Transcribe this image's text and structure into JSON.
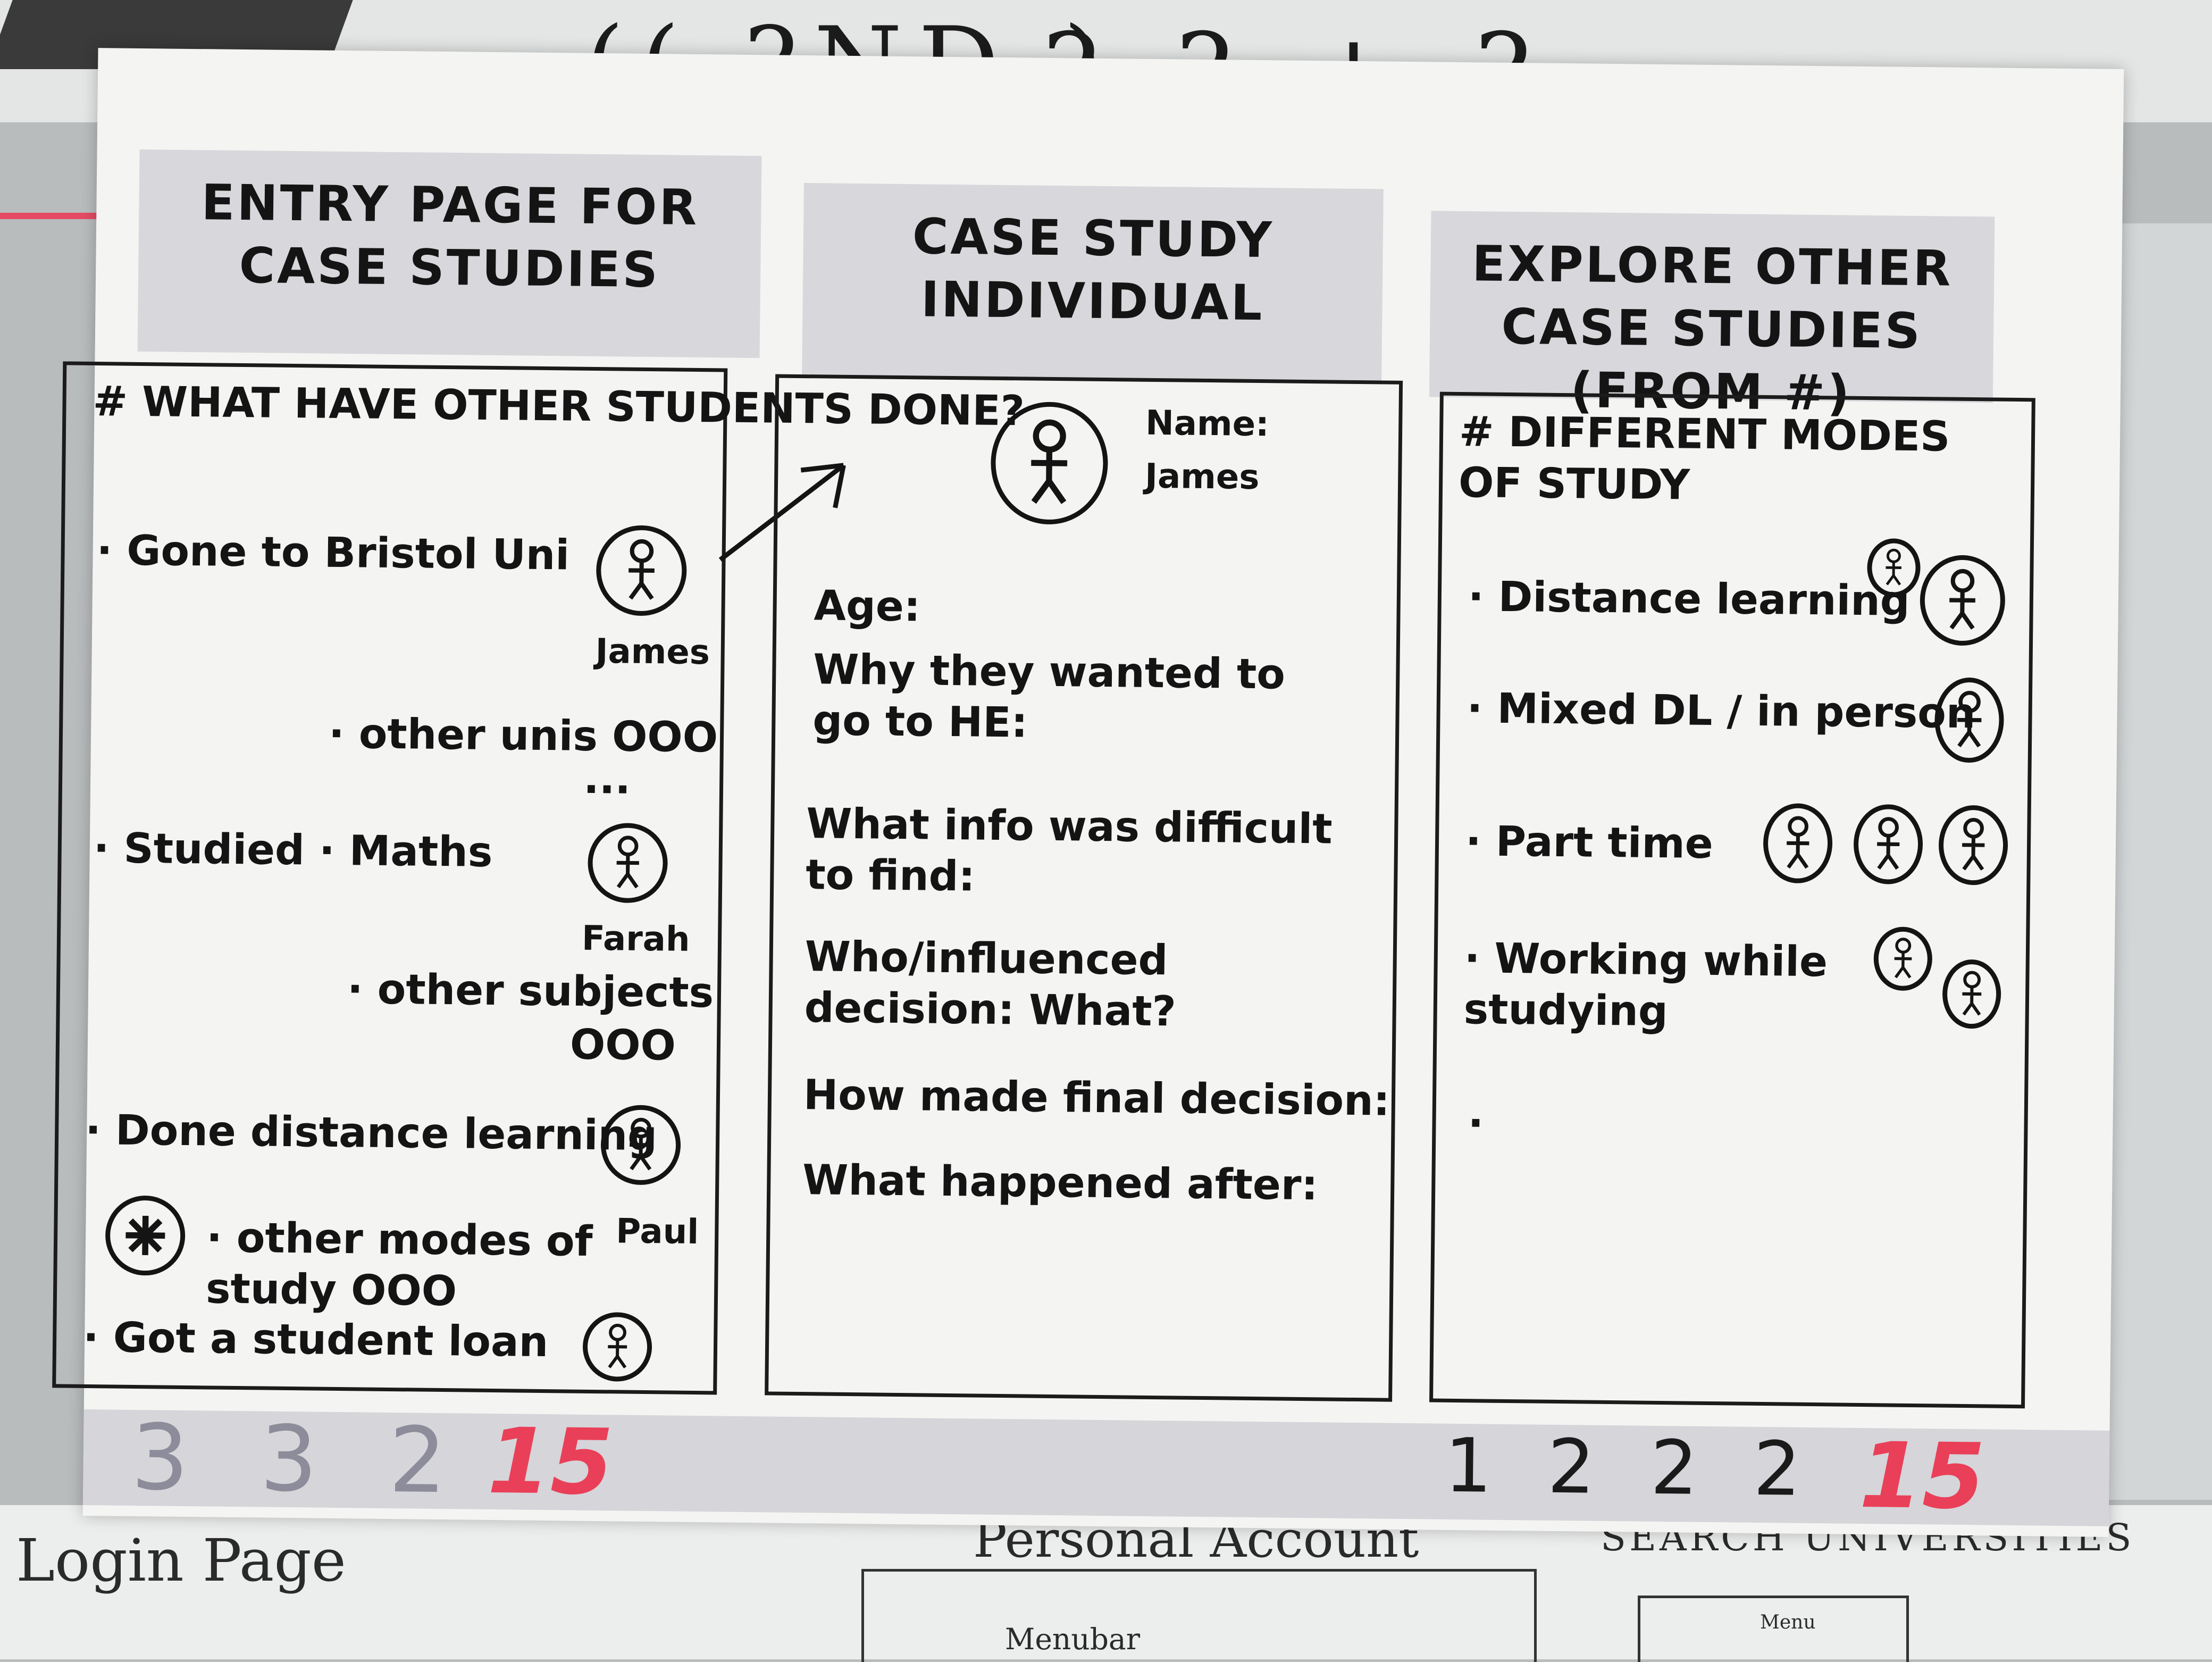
{
  "background": {
    "top_label": "((  ?ND )",
    "top_word": "? ? + ?",
    "bottom_labels": [
      "Login Page",
      "Personal Account",
      "SEARCH UNIVERSITIES",
      "Menubar",
      "Menu"
    ]
  },
  "columns": [
    {
      "heading": "ENTRY PAGE FOR CASE STUDIES",
      "lines": [
        "# WHAT HAVE OTHER STUDENTS DONE?",
        "· Gone to Bristol Uni",
        "James",
        "· other unis  OOO",
        "...",
        "· Studied · Maths",
        "Farah",
        "· other subjects",
        "OOO",
        "· Done distance learning",
        "· other modes of study  OOO",
        "Paul",
        "· Got a student loan"
      ],
      "votes": "3 3 2",
      "total": "15"
    },
    {
      "heading": "CASE STUDY INDIVIDUAL",
      "name_label": "Name:",
      "name_value": "James",
      "fields": [
        "Age:",
        "Why they wanted to go to HE:",
        "What info was difficult to find:",
        "Who/influenced decision: What?",
        "How made final decision:",
        "What happened after:"
      ]
    },
    {
      "heading": "EXPLORE OTHER CASE STUDIES (FROM #)",
      "lines": [
        "# DIFFERENT MODES OF STUDY",
        "· Distance learning",
        "· Mixed DL / in person",
        "· Part time",
        "· Working while studying",
        "·"
      ],
      "votes": "1 2 2 2",
      "total": "15"
    }
  ]
}
